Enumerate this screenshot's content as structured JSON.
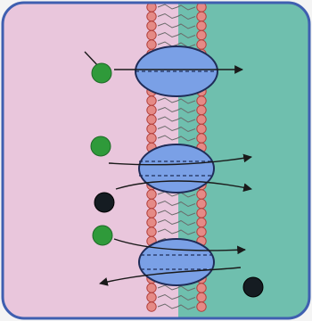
{
  "diagram": {
    "colors": {
      "left_region": "#e9c6dc",
      "right_region": "#6fbfae",
      "frame": "#3f5fb0",
      "lipid_head": "#e58a86",
      "lipid_head_stroke": "#b3403c",
      "lipid_tail": "#6a6a6a",
      "protein": "#7aa0e6",
      "protein_stroke": "#1f2c58",
      "green_molecule": "#2f9a3a",
      "black_molecule": "#151c22",
      "arrow": "#1a1a1a"
    },
    "transport_proteins": [
      {
        "name": "top-carrier",
        "transport": "uniport"
      },
      {
        "name": "middle-carrier",
        "transport": "symport"
      },
      {
        "name": "bottom-carrier",
        "transport": "antiport"
      }
    ],
    "molecules": [
      {
        "name": "green-molecule-1",
        "type": "green"
      },
      {
        "name": "green-molecule-2",
        "type": "green"
      },
      {
        "name": "black-molecule-1",
        "type": "black"
      },
      {
        "name": "green-molecule-3",
        "type": "green"
      },
      {
        "name": "black-molecule-2",
        "type": "black"
      }
    ]
  }
}
